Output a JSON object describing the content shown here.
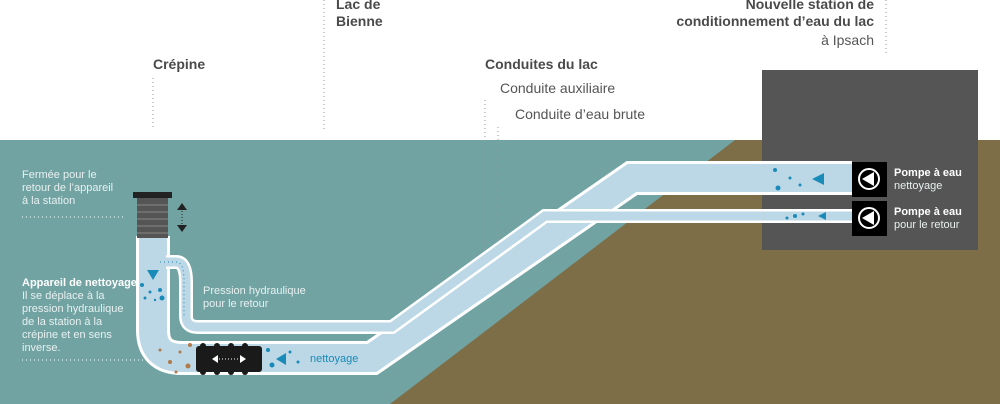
{
  "colors": {
    "lake": "#72a3a3",
    "ground": "#7d6e47",
    "station": "#555555",
    "pipe": "#bcd8e6",
    "accent": "#1a8ab8",
    "sediment": "#b07a4a"
  },
  "headers": {
    "lac": "Lac de\nBienne",
    "crepine": "Crépine",
    "conduites": "Conduites du lac",
    "auxiliaire": "Conduite auxiliaire",
    "brute": "Conduite d’eau brute",
    "station_title": "Nouvelle station de\nconditionnement d’eau du lac",
    "station_place": "à Ipsach"
  },
  "labels": {
    "fermee": "Fermée pour le\nretour de l’appareil\nà la station",
    "appareil_title": "Appareil de nettoyage",
    "appareil_text": "Il se déplace à la\npression hydraulique\nde la station à la\ncrépine et en sens\ninverse.",
    "pression": "Pression hydraulique\npour le retour",
    "nettoyage": "nettoyage"
  },
  "pumps": [
    {
      "title": "Pompe à eau",
      "sub": "nettoyage",
      "icon": "pump-icon"
    },
    {
      "title": "Pompe à eau",
      "sub": "pour le retour",
      "icon": "pump-icon"
    }
  ]
}
